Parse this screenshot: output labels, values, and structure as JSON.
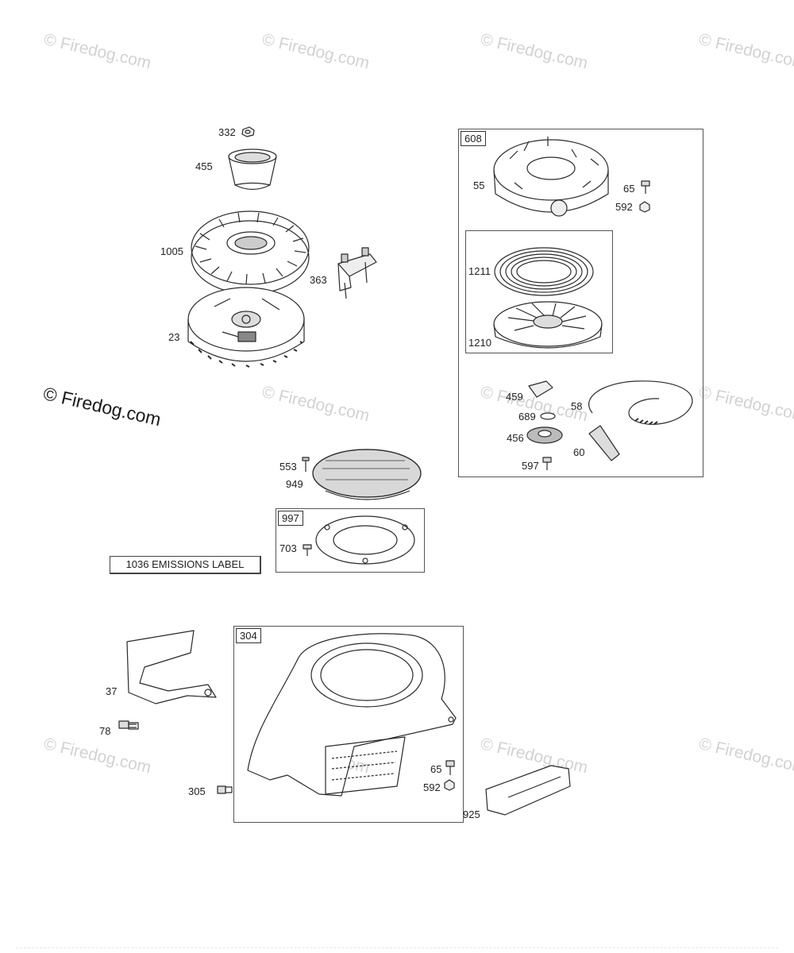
{
  "watermarks": {
    "text": "© Firedog.com"
  },
  "callouts": {
    "c332": "332",
    "c455": "455",
    "c1005": "1005",
    "c363": "363",
    "c23": "23",
    "c608": "608",
    "c55": "55",
    "c65a": "65",
    "c592a": "592",
    "c1211": "1211",
    "c1210": "1210",
    "c459": "459",
    "c58": "58",
    "c689": "689",
    "c456": "456",
    "c60": "60",
    "c597": "597",
    "c553": "553",
    "c949": "949",
    "c997": "997",
    "c703": "703",
    "c1036": "1036 EMISSIONS LABEL",
    "c304": "304",
    "c37": "37",
    "c78": "78",
    "c305": "305",
    "c65b": "65",
    "c592b": "592",
    "c925": "925"
  }
}
